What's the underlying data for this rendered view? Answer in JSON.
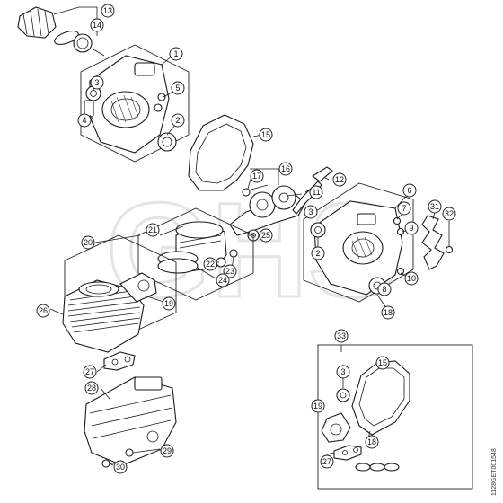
{
  "watermark": "GHS",
  "reference_code": "1128GET001548",
  "callouts": {
    "c1": "1",
    "c2": "2",
    "c3": "3",
    "c4": "4",
    "c5": "5",
    "c6": "6",
    "c7": "7",
    "c8": "8",
    "c9": "9",
    "c10": "10",
    "c11": "11",
    "c12": "12",
    "c13": "13",
    "c14": "14",
    "c15": "15",
    "c16": "16",
    "c17": "17",
    "c18": "18",
    "c19": "19",
    "c20": "20",
    "c21": "21",
    "c22": "22",
    "c23": "23",
    "c24": "24",
    "c25": "25",
    "c26": "26",
    "c27": "27",
    "c28": "28",
    "c29": "29",
    "c30": "30",
    "c31": "31",
    "c32": "32",
    "c33": "33"
  }
}
